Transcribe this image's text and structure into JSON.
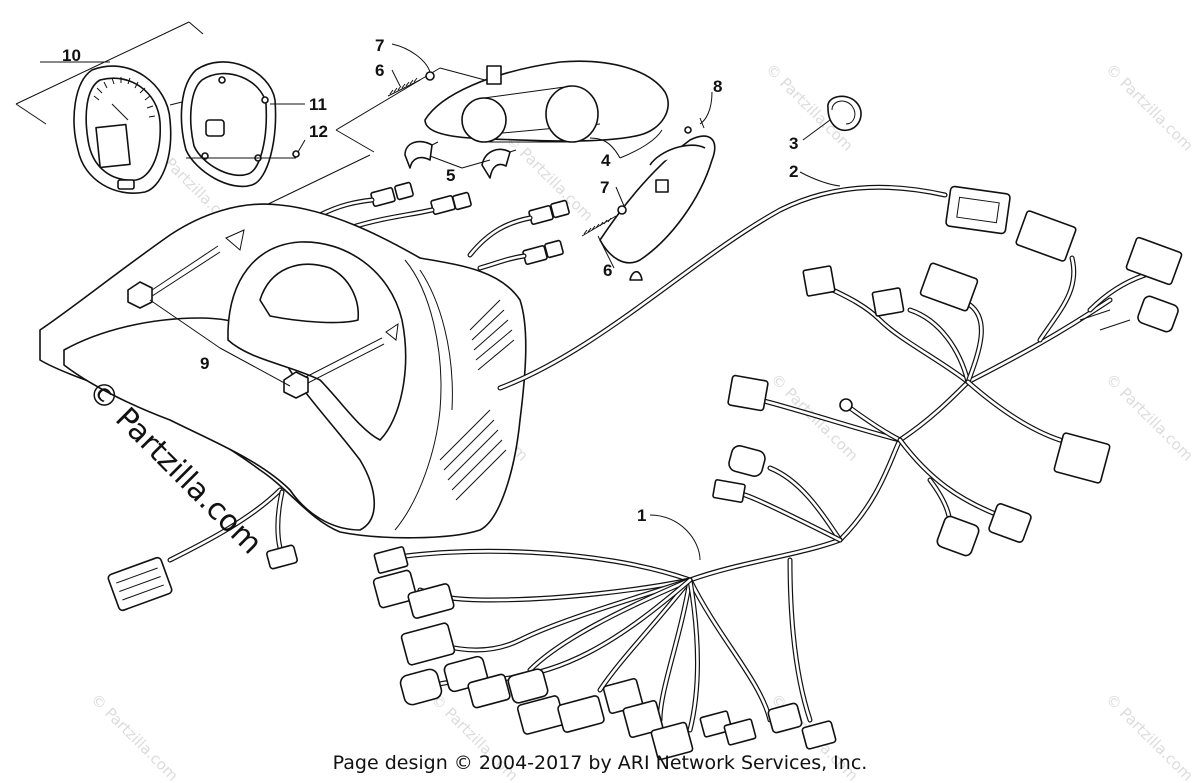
{
  "callouts": {
    "c1": "1",
    "c2": "2",
    "c3": "3",
    "c4": "4",
    "c5": "5",
    "c6a": "6",
    "c6b": "6",
    "c7a": "7",
    "c7b": "7",
    "c8": "8",
    "c9": "9",
    "c10": "10",
    "c11": "11",
    "c12": "12"
  },
  "watermark": {
    "main": "© Partzilla.com",
    "small": "© Partzilla.com"
  },
  "footer": "Page design © 2004-2017 by ARI Network Services, Inc."
}
